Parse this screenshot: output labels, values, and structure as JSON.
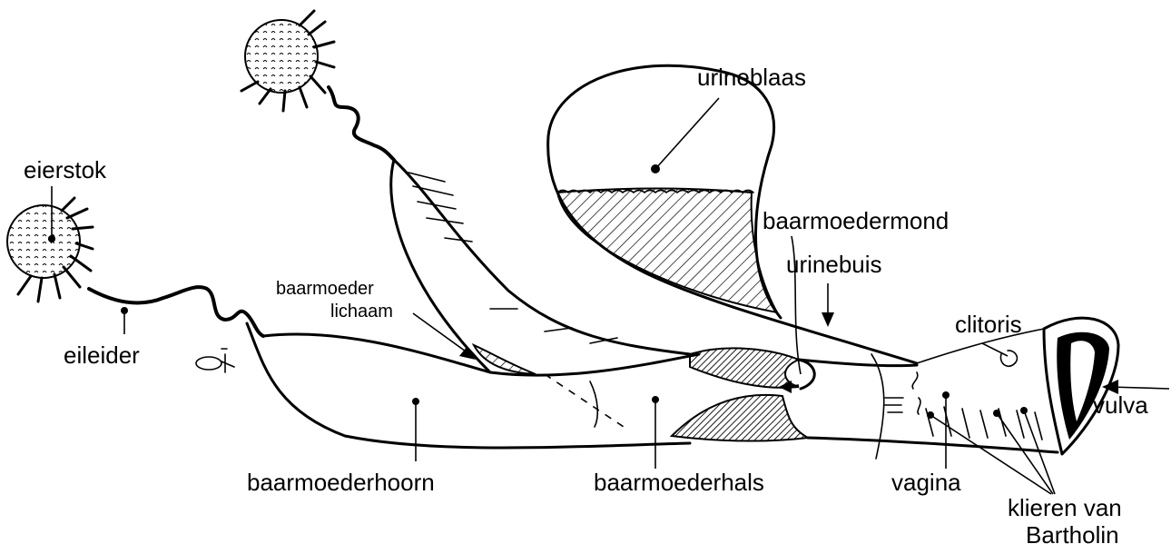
{
  "labels": {
    "eierstok": "eierstok",
    "eileider": "eileider",
    "baarmoeder_lichaam_1": "baarmoeder",
    "baarmoeder_lichaam_2": "lichaam",
    "baarmoederhoorn": "baarmoederhoorn",
    "baarmoederhals": "baarmoederhals",
    "urineblaas": "urineblaas",
    "baarmoedermond": "baarmoedermond",
    "urinebuis": "urinebuis",
    "clitoris": "clitoris",
    "vulva": "vulva",
    "vagina": "vagina",
    "klieren_1": "klieren van",
    "klieren_2": "Bartholin"
  }
}
